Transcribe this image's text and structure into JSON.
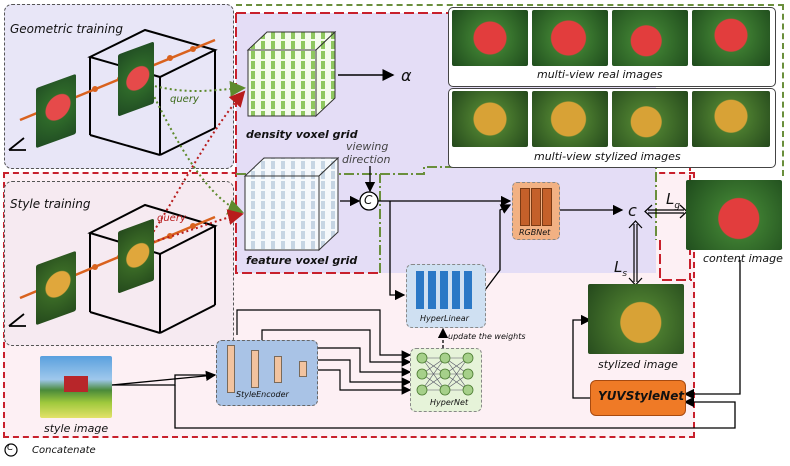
{
  "labels": {
    "geometric_training": "Geometric training",
    "style_training": "Style training",
    "query_geo": "query",
    "query_style": "query",
    "density_grid": "density voxel grid",
    "feature_grid": "feature voxel grid",
    "viewing_direction_1": "viewing",
    "viewing_direction_2": "direction",
    "alpha": "α",
    "concat_symbol": "C",
    "rgbnet": "RGBNet",
    "c": "c",
    "lg": "L",
    "lg_sub": "g",
    "ls": "L",
    "ls_sub": "s",
    "multiview_real": "multi-view real images",
    "multiview_stylized": "multi-view stylized images",
    "content_image": "content image",
    "stylized_image": "stylized image",
    "style_image": "style image",
    "hyperlinear": "HyperLinear",
    "update_weights": "update the weights",
    "style_encoder": "StyleEncoder",
    "hypernet": "HyperNet",
    "yuvstylenet": "YUVStyleNet",
    "legend_text": "Concatenate"
  },
  "colors": {
    "geo_region": "#e8e6f7",
    "style_region": "#fdeef3",
    "grid_region": "#e3dcf6",
    "green_dash": "#6a8f3c",
    "red_dash": "#c8202c",
    "rgbnet_fill": "#f2b183",
    "rgbnet_bar": "#c4602a",
    "hyperlinear_fill": "#cfe0f2",
    "hyperlinear_bar": "#2a78c6",
    "style_encoder_fill": "#a9c3e6",
    "style_encoder_bar": "#f2c39f",
    "hypernet_fill": "#e6f3d9",
    "hypernet_node": "#a6d08a",
    "yuv_fill": "#ef7a26",
    "ray": "#d9621e"
  }
}
